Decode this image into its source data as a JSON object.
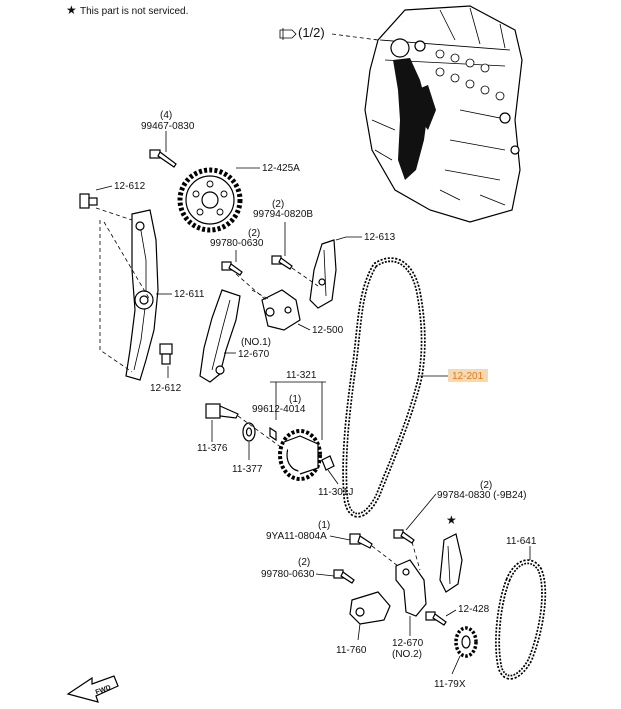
{
  "note": {
    "star": "★",
    "text": "This part is not serviced."
  },
  "engine_ref": "(1/2)",
  "fwd": "FWD",
  "parts": {
    "p99467": {
      "qty": "(4)",
      "code": "99467-0830"
    },
    "p12425": "12-425A",
    "p12612a": "12-612",
    "p99794": {
      "qty": "(2)",
      "code": "99794-0820B"
    },
    "p99780a": {
      "qty": "(2)",
      "code": "99780-0630"
    },
    "p12613": "12-613",
    "p12611": "12-611",
    "p12500": "12-500",
    "p12670a": {
      "qty": "(NO.1)",
      "code": "12-670"
    },
    "p12612b": "12-612",
    "p12201": "12-201",
    "p11321": "11-321",
    "p99612": {
      "qty": "(1)",
      "code": "99612-4014"
    },
    "p11376": "11-376",
    "p11377": "11-377",
    "p11301": "11-301J",
    "p99784": {
      "qty": "(2)",
      "code": "99784-0830 (-9B24)"
    },
    "p9ya11": {
      "qty": "(1)",
      "code": "9YA11-0804A"
    },
    "p11641": "11-641",
    "p99780b": {
      "qty": "(2)",
      "code": "99780-0630"
    },
    "p12428": "12-428",
    "p11760": "11-760",
    "p12670b": {
      "code": "12-670",
      "qty": "(NO.2)"
    },
    "p1179x": "11-79X"
  },
  "colors": {
    "highlight": "#f6d9b0",
    "line": "#000000"
  }
}
